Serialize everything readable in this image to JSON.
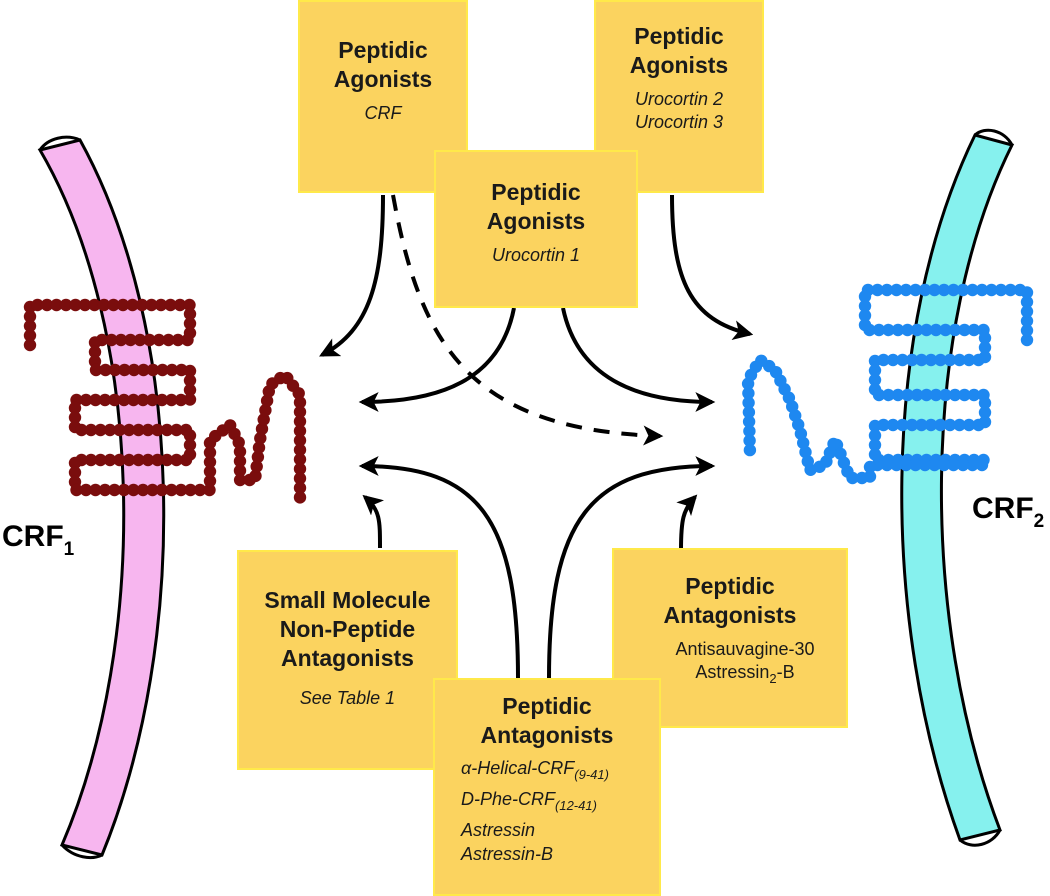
{
  "colors": {
    "box_fill": "#fbd35f",
    "box_border": "#ffe94a",
    "crf1_membrane": "#f7b6ef",
    "crf1_chain": "#7a0d0d",
    "crf2_membrane": "#86f1ee",
    "crf2_chain": "#1e88f0",
    "arrow": "#000000"
  },
  "receptors": {
    "crf1": {
      "label": "CRF",
      "subscript": "1"
    },
    "crf2": {
      "label": "CRF",
      "subscript": "2"
    }
  },
  "boxes": {
    "agonist_crf": {
      "title": [
        "Peptidic",
        "Agonists"
      ],
      "body": [
        "CRF"
      ]
    },
    "agonist_ucn23": {
      "title": [
        "Peptidic",
        "Agonists"
      ],
      "body": [
        "Urocortin 2",
        "Urocortin 3"
      ]
    },
    "agonist_ucn1": {
      "title": [
        "Peptidic",
        "Agonists"
      ],
      "body": [
        "Urocortin 1"
      ]
    },
    "small_molecule": {
      "title": [
        "Small Molecule",
        "Non-Peptide",
        "Antagonists"
      ],
      "body": [
        "See Table 1"
      ]
    },
    "antagonist_crf2": {
      "title": [
        "Peptidic",
        "Antagonists"
      ],
      "body_line1": "Antisauvagine-30",
      "body_line2_main": "Astressin",
      "body_line2_sub": "2",
      "body_line2_tail": "-B"
    },
    "antagonist_center": {
      "title": [
        "Peptidic",
        "Antagonists"
      ],
      "item1_main": "α-Helical-CRF",
      "item1_sub": "(9-41)",
      "item2_main": "D-Phe-CRF",
      "item2_sub": "(12-41)",
      "item3": "Astressin",
      "item4": "Astressin-B"
    }
  }
}
